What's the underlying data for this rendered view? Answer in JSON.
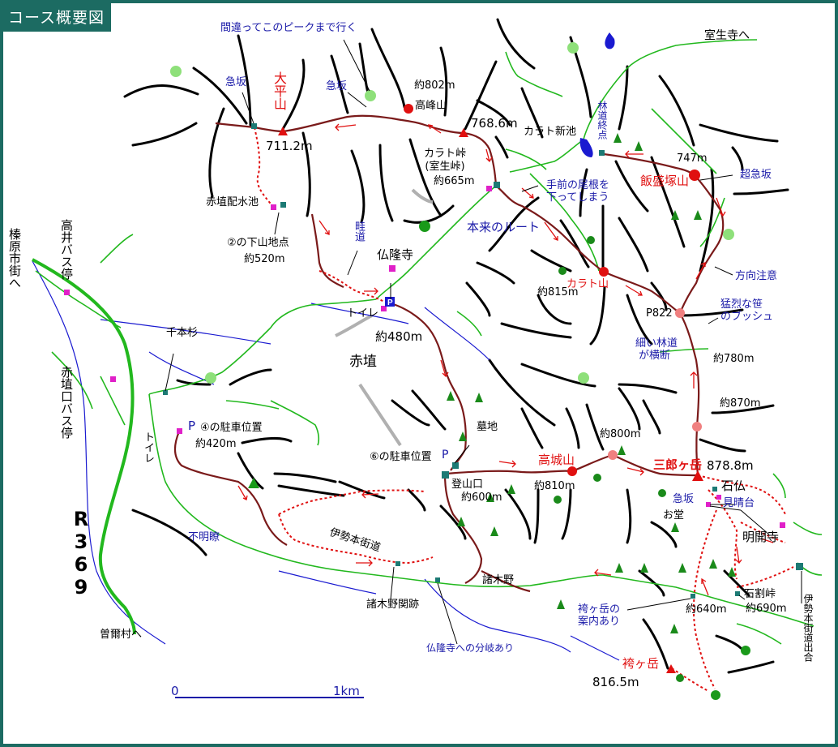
{
  "title": "コース概要図",
  "colors": {
    "frame": "#1c6b62",
    "ridge": "#000000",
    "stream": "#1a1ad0",
    "road": "#22b81e",
    "trail": "#7a1a1a",
    "offTrail": "#e01010",
    "summit": "#e01010",
    "viewpoint": "#8ee07a",
    "facility": "#e020c8",
    "landmark": "#1c7a74"
  },
  "peaks": {
    "taiheizan": "大平山",
    "taiheizan_elev": "711.2m",
    "koubouzan_elev": "約802m",
    "koubouzan": "高峰山",
    "p7686": "768.6m",
    "karatoshinike": "カラト新池",
    "karatotouge": "カラト峠\n(室生峠)",
    "karatotouge_elev": "約665m",
    "iimoritsuka_elev": "747m",
    "iimoritsuka": "飯盛塚山",
    "karatoyama": "カラト山",
    "karatoyama_elev": "約815m",
    "takagiyama": "高城山",
    "takagiyama_elev": "約810m",
    "saburo": "三郎ヶ岳",
    "saburo_elev": "878.8m",
    "hakamagatake": "袴ヶ岳",
    "hakamagatake_elev": "816.5m"
  },
  "labels": {
    "wrongpeak": "間違ってこのピークまで行く",
    "kyuhan1": "急坂",
    "kyuhan2": "急坂",
    "muroji": "室生寺へ",
    "rindoshuten": "林道終点",
    "chokyuhan": "超急坂",
    "temae1": "手前の尾根を",
    "temae2": "下ってしまう",
    "honrai": "本来のルート",
    "akabahaisuiike": "赤埴配水池",
    "shimoyama": "②の下山地点",
    "shimoyama_elev": "約520m",
    "azemichi": "畦道",
    "butsuryuji": "仏隆寺",
    "toilet1": "トイレ",
    "elev480": "約480m",
    "akabane": "赤埴",
    "houkou": "方向注意",
    "mouretsu1": "猛烈な笹",
    "mouretsu2": "のブッシュ",
    "p822": "P822",
    "hosoi1": "細い林道",
    "hosoi2": "が横断",
    "elev780": "約780m",
    "elev870": "約870m",
    "haibara": "榛原市街へ",
    "takaibus": "高井バス停",
    "senbonsugi": "千本杉",
    "akabaneguchi": "赤埴口バス停",
    "parking4": "④の駐車位置",
    "parking4_elev": "約420m",
    "toilet2": "トイレ",
    "bochi": "墓地",
    "parking6": "⑥の駐車位置",
    "tozanguchi": "登山口",
    "tozanguchi_elev": "約600m",
    "elev800": "約800m",
    "ishibotoke": "石仏",
    "kyuhan3": "急坂",
    "miharashi": "見晴台",
    "odou": "お堂",
    "myokaiji": "明開寺",
    "fumeiryo": "不明瞭",
    "isehondo": "伊勢本街道",
    "morokino": "諸木野",
    "morokinosekiato": "諸木野関跡",
    "bunki": "仏隆寺への分岐あり",
    "hakamaannai1": "袴ヶ岳の",
    "hakamaannai2": "案内あり",
    "elev640": "約640m",
    "ishiwaritouge": "石割峠",
    "elev690": "約690m",
    "isedeai": "伊勢本街道出合",
    "soni": "曽爾村へ",
    "route": "R369",
    "scale0": "0",
    "scale1": "1km"
  }
}
